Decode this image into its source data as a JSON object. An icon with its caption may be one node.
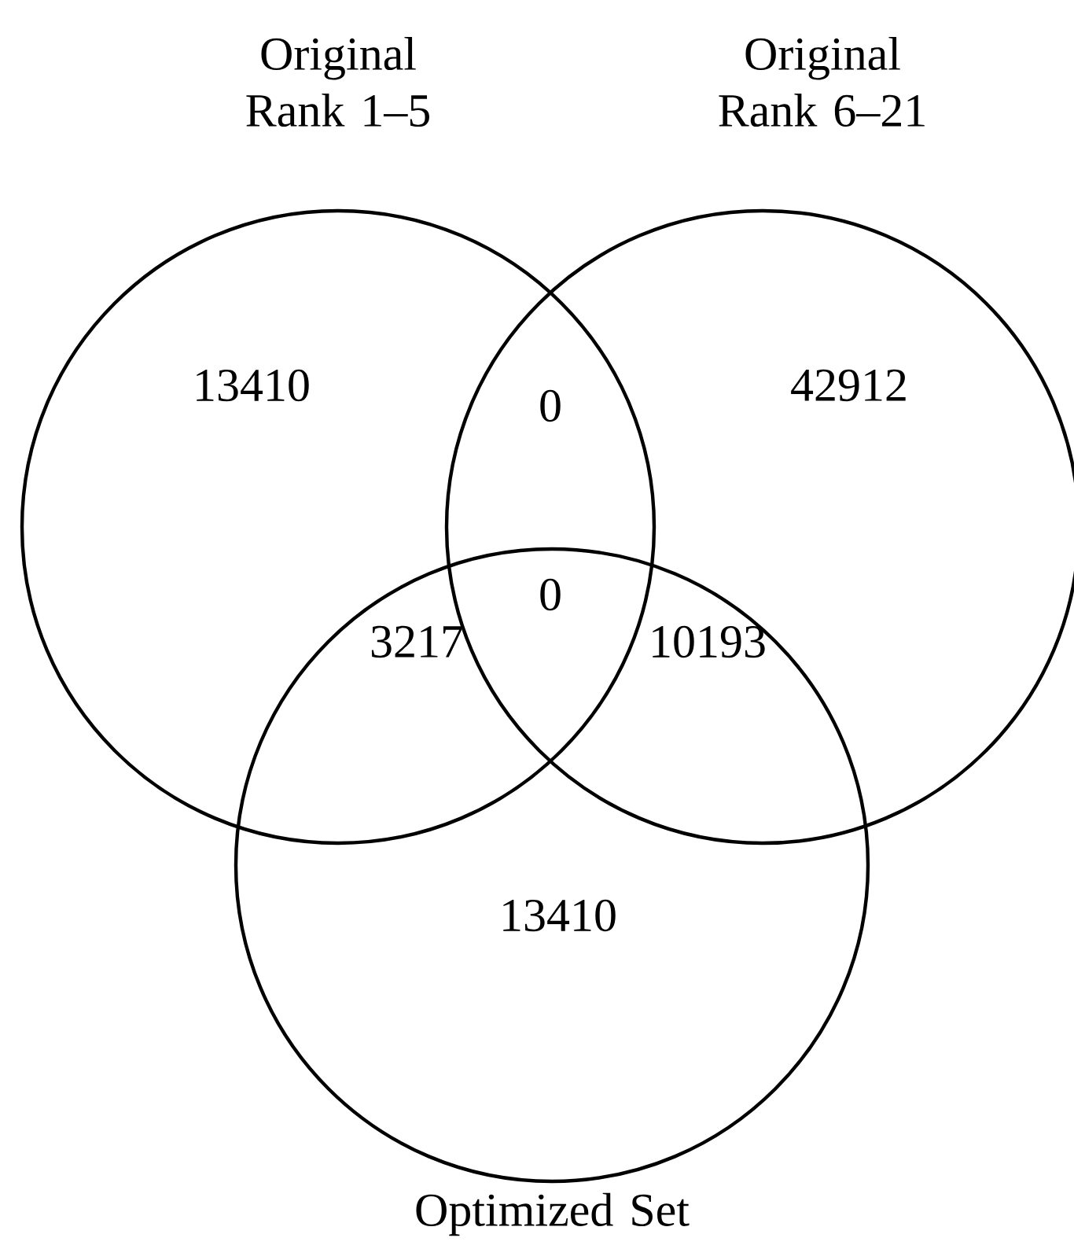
{
  "diagram": {
    "nodes": [
      {
        "text": [
          "Original Rank 1–5"
        ]
      },
      {
        "text": [
          "Original Rank 6–21"
        ]
      },
      {
        "text": [
          "Optimized Set"
        ]
      }
    ],
    "labels": [
      "13410",
      "0",
      "42912",
      "0",
      "3217",
      "10193",
      "13410"
    ]
  }
}
